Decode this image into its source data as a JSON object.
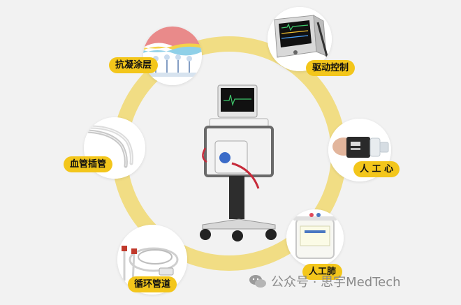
{
  "labels": {
    "anticoag": "抗凝涂层",
    "drive": "驱动控制",
    "cannula": "血管插管",
    "heart": "人 工 心",
    "circuit": "循环管道",
    "lung": "人工肺"
  },
  "watermark": {
    "text": "公众号 · 思宇MedTech"
  },
  "colors": {
    "ring": "#f1dd84",
    "label_bg": "#f3c61b",
    "background": "#f2f2f2"
  },
  "icons": {
    "watermark": "wechat-icon"
  }
}
